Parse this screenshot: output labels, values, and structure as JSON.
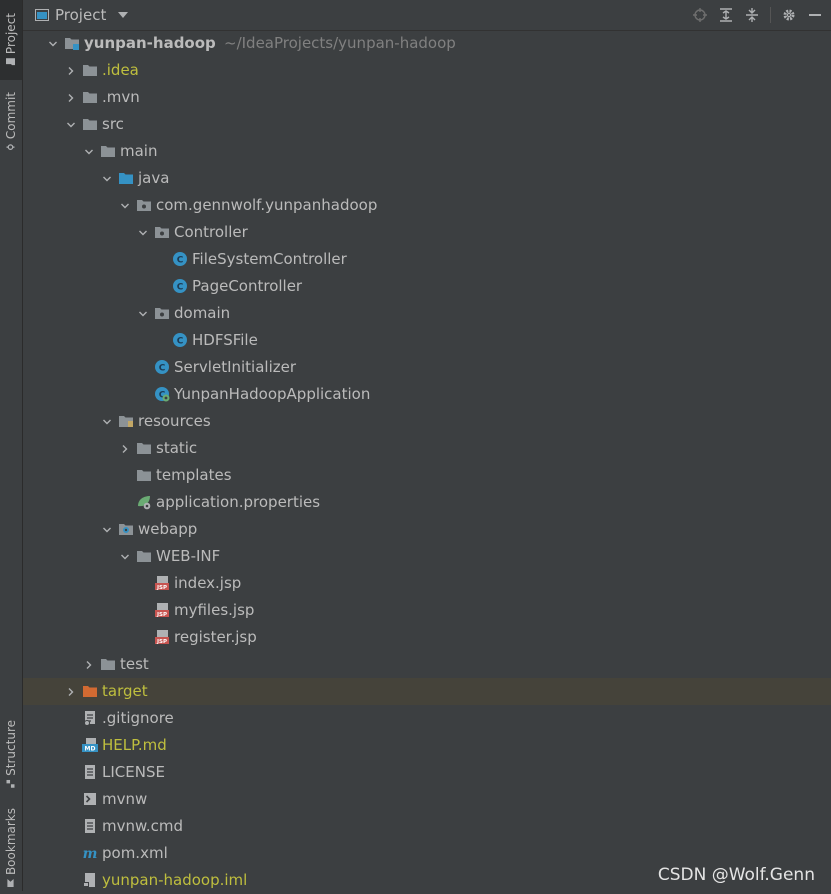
{
  "sidebar": {
    "top": [
      {
        "label": "Project",
        "icon": "folder-icon",
        "active": true
      },
      {
        "label": "Commit",
        "icon": "commit-icon",
        "active": false
      }
    ],
    "bottom": [
      {
        "label": "Structure",
        "icon": "structure-icon"
      },
      {
        "label": "Bookmarks",
        "icon": "bookmark-icon"
      }
    ]
  },
  "header": {
    "title": "Project",
    "tools": [
      "locate-icon",
      "expand-all-icon",
      "collapse-all-icon",
      "gear-icon",
      "hide-icon"
    ]
  },
  "colors": {
    "background": "#3c3f41",
    "text": "#bbbbbb",
    "ignored": "#bfbf3e",
    "path": "#808080",
    "folder": "#8c9296",
    "source_folder": "#3592c4",
    "class_circle": "#3592c4",
    "excluded_folder": "#d26a32",
    "highlight_row": "#45433a"
  },
  "tree": [
    {
      "depth": 0,
      "arrow": "down",
      "icon": "module",
      "label": "yunpan-hadoop",
      "bold": true,
      "path": "~/IdeaProjects/yunpan-hadoop"
    },
    {
      "depth": 1,
      "arrow": "right",
      "icon": "folder",
      "label": ".idea",
      "color": "ignored"
    },
    {
      "depth": 1,
      "arrow": "right",
      "icon": "folder",
      "label": ".mvn"
    },
    {
      "depth": 1,
      "arrow": "down",
      "icon": "folder",
      "label": "src"
    },
    {
      "depth": 2,
      "arrow": "down",
      "icon": "folder",
      "label": "main"
    },
    {
      "depth": 3,
      "arrow": "down",
      "icon": "source-folder",
      "label": "java"
    },
    {
      "depth": 4,
      "arrow": "down",
      "icon": "package",
      "label": "com.gennwolf.yunpanhadoop"
    },
    {
      "depth": 5,
      "arrow": "down",
      "icon": "package",
      "label": "Controller"
    },
    {
      "depth": 6,
      "arrow": "none",
      "icon": "class",
      "label": "FileSystemController"
    },
    {
      "depth": 6,
      "arrow": "none",
      "icon": "class",
      "label": "PageController"
    },
    {
      "depth": 5,
      "arrow": "down",
      "icon": "package",
      "label": "domain"
    },
    {
      "depth": 6,
      "arrow": "none",
      "icon": "class",
      "label": "HDFSFile"
    },
    {
      "depth": 5,
      "arrow": "none",
      "icon": "class",
      "label": "ServletInitializer"
    },
    {
      "depth": 5,
      "arrow": "none",
      "icon": "spring-class",
      "label": "YunpanHadoopApplication"
    },
    {
      "depth": 3,
      "arrow": "down",
      "icon": "resources-folder",
      "label": "resources"
    },
    {
      "depth": 4,
      "arrow": "right",
      "icon": "folder",
      "label": "static"
    },
    {
      "depth": 4,
      "arrow": "none",
      "icon": "folder",
      "label": "templates"
    },
    {
      "depth": 4,
      "arrow": "none",
      "icon": "properties",
      "label": "application.properties"
    },
    {
      "depth": 3,
      "arrow": "down",
      "icon": "web-folder",
      "label": "webapp"
    },
    {
      "depth": 4,
      "arrow": "down",
      "icon": "folder",
      "label": "WEB-INF"
    },
    {
      "depth": 5,
      "arrow": "none",
      "icon": "jsp",
      "label": "index.jsp"
    },
    {
      "depth": 5,
      "arrow": "none",
      "icon": "jsp",
      "label": "myfiles.jsp"
    },
    {
      "depth": 5,
      "arrow": "none",
      "icon": "jsp",
      "label": "register.jsp"
    },
    {
      "depth": 2,
      "arrow": "right",
      "icon": "folder",
      "label": "test"
    },
    {
      "depth": 1,
      "arrow": "right",
      "icon": "excluded-folder",
      "label": "target",
      "color": "ignored",
      "highlight": true
    },
    {
      "depth": 1,
      "arrow": "none",
      "icon": "gitignore",
      "label": ".gitignore"
    },
    {
      "depth": 1,
      "arrow": "none",
      "icon": "markdown",
      "label": "HELP.md",
      "color": "ignored"
    },
    {
      "depth": 1,
      "arrow": "none",
      "icon": "text-file",
      "label": "LICENSE"
    },
    {
      "depth": 1,
      "arrow": "none",
      "icon": "shell",
      "label": "mvnw"
    },
    {
      "depth": 1,
      "arrow": "none",
      "icon": "text-file",
      "label": "mvnw.cmd"
    },
    {
      "depth": 1,
      "arrow": "none",
      "icon": "maven",
      "label": "pom.xml"
    },
    {
      "depth": 1,
      "arrow": "none",
      "icon": "iml",
      "label": "yunpan-hadoop.iml",
      "color": "ignored"
    }
  ],
  "watermark": "CSDN @Wolf.Genn"
}
